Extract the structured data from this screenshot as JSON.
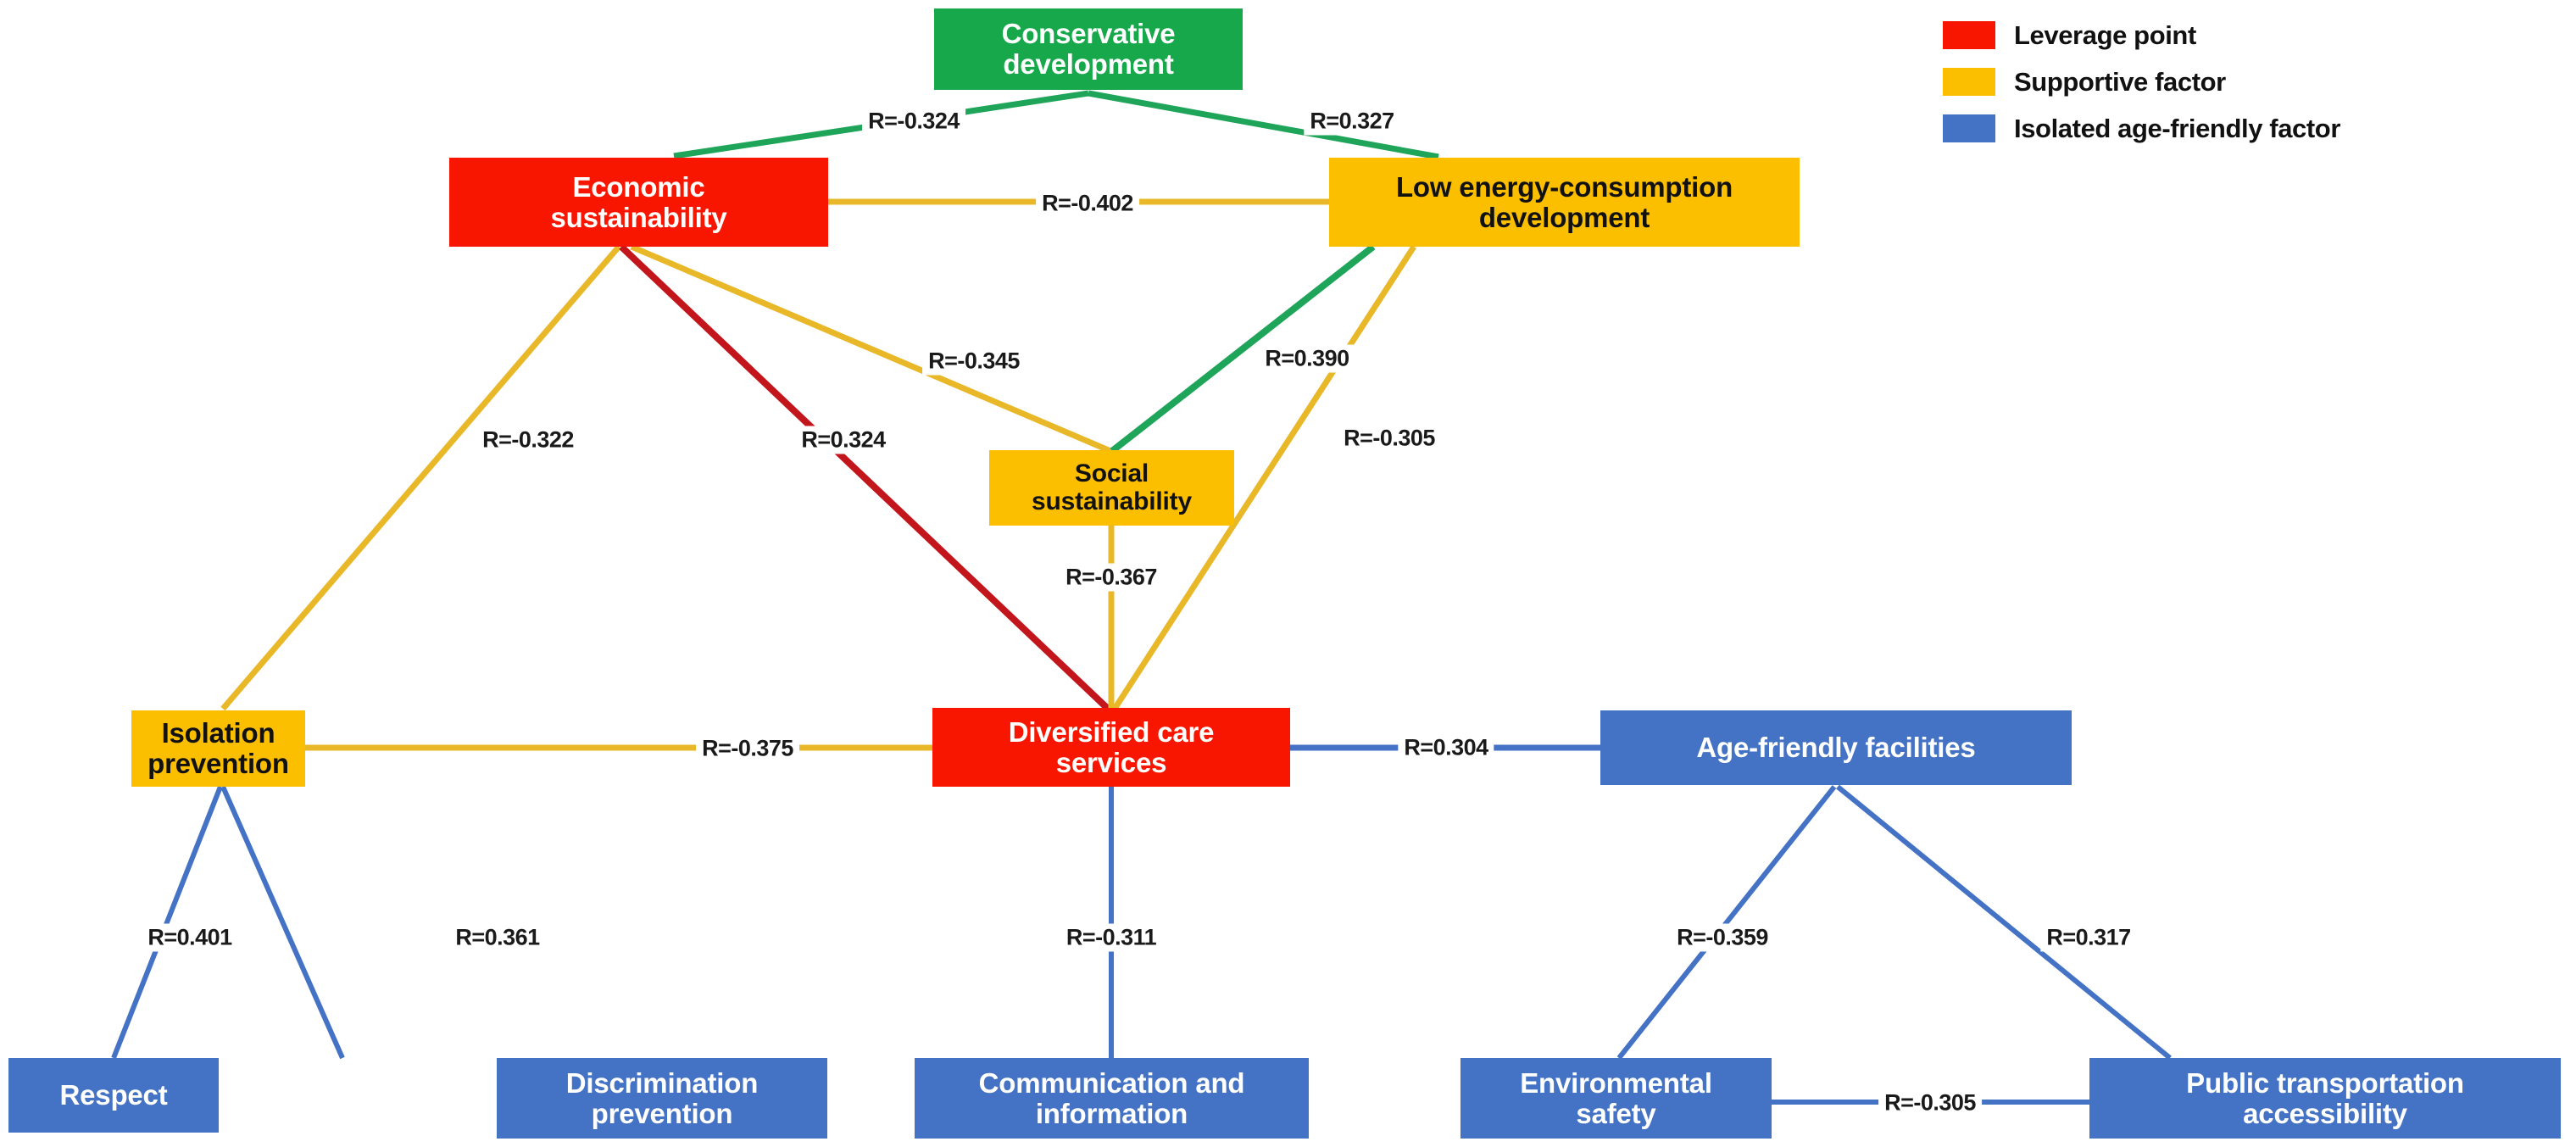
{
  "diagram": {
    "title": "Network of age-friendly factors with correlation coefficients",
    "background": "#ffffff",
    "colors": {
      "leverage_point": "#F81600",
      "supportive_factor": "#FBBF00",
      "isolated_age_friendly_factor": "#4472C4",
      "conservative_development": "#16A84B",
      "edge_green": "#1FA559",
      "edge_amber": "#E8B828",
      "edge_red": "#C3161C",
      "edge_blue": "#4472C4"
    }
  },
  "legend": {
    "items": [
      {
        "label": "Leverage point",
        "color": "#F81600",
        "swatch": "red-swatch"
      },
      {
        "label": "Supportive factor",
        "color": "#FBBF00",
        "swatch": "amber-swatch"
      },
      {
        "label": "Isolated age-friendly factor",
        "color": "#4472C4",
        "swatch": "blue-swatch"
      }
    ]
  },
  "nodes": [
    {
      "id": "conservative_development",
      "label": "Conservative\ndevelopment",
      "category": "conservative-development",
      "color": "#16A84B",
      "font_size": 33
    },
    {
      "id": "economic_sustainability",
      "label": "Economic\nsustainability",
      "category": "leverage-point",
      "color": "#F81600",
      "font_size": 33
    },
    {
      "id": "low_energy_consumption",
      "label": "Low energy-consumption\ndevelopment",
      "category": "supportive-factor",
      "color": "#FBBF00",
      "font_size": 33
    },
    {
      "id": "social_sustainability",
      "label": "Social\nsustainability",
      "category": "supportive-factor",
      "color": "#FBBF00",
      "font_size": 30
    },
    {
      "id": "isolation_prevention",
      "label": "Isolation prevention",
      "category": "supportive-factor",
      "color": "#FBBF00",
      "font_size": 33
    },
    {
      "id": "diversified_care_services",
      "label": "Diversified care\nservices",
      "category": "leverage-point",
      "color": "#F81600",
      "font_size": 33
    },
    {
      "id": "age_friendly_facilities",
      "label": "Age-friendly facilities",
      "category": "isolated-age-friendly",
      "color": "#4472C4",
      "font_size": 33
    },
    {
      "id": "respect",
      "label": "Respect",
      "category": "isolated-age-friendly",
      "color": "#4472C4",
      "font_size": 33
    },
    {
      "id": "discrimination_prevention",
      "label": "Discrimination\nprevention",
      "category": "isolated-age-friendly",
      "color": "#4472C4",
      "font_size": 33
    },
    {
      "id": "communication_information",
      "label": "Communication and\ninformation",
      "category": "isolated-age-friendly",
      "color": "#4472C4",
      "font_size": 33
    },
    {
      "id": "environmental_safety",
      "label": "Environmental\nsafety",
      "category": "isolated-age-friendly",
      "color": "#4472C4",
      "font_size": 33
    },
    {
      "id": "public_transportation",
      "label": "Public transportation\naccessibility",
      "category": "isolated-age-friendly",
      "color": "#4472C4",
      "font_size": 33
    }
  ],
  "edges": [
    {
      "source": "conservative_development",
      "target": "economic_sustainability",
      "label": "R=-0.324",
      "value": -0.324,
      "color": "#1FA559"
    },
    {
      "source": "conservative_development",
      "target": "low_energy_consumption",
      "label": "R=0.327",
      "value": 0.327,
      "color": "#1FA559"
    },
    {
      "source": "economic_sustainability",
      "target": "low_energy_consumption",
      "label": "R=-0.402",
      "value": -0.402,
      "color": "#E8B828"
    },
    {
      "source": "economic_sustainability",
      "target": "isolation_prevention",
      "label": "R=-0.322",
      "value": -0.322,
      "color": "#E8B828"
    },
    {
      "source": "economic_sustainability",
      "target": "diversified_care_services",
      "label": "R=0.324",
      "value": 0.324,
      "color": "#C3161C"
    },
    {
      "source": "economic_sustainability",
      "target": "social_sustainability",
      "label": "R=-0.345",
      "value": -0.345,
      "color": "#E8B828"
    },
    {
      "source": "low_energy_consumption",
      "target": "social_sustainability",
      "label": "R=0.390",
      "value": 0.39,
      "color": "#1FA559"
    },
    {
      "source": "low_energy_consumption",
      "target": "diversified_care_services",
      "label": "R=-0.305",
      "value": -0.305,
      "color": "#E8B828"
    },
    {
      "source": "social_sustainability",
      "target": "diversified_care_services",
      "label": "R=-0.367",
      "value": -0.367,
      "color": "#E8B828"
    },
    {
      "source": "isolation_prevention",
      "target": "diversified_care_services",
      "label": "R=-0.375",
      "value": -0.375,
      "color": "#E8B828"
    },
    {
      "source": "diversified_care_services",
      "target": "age_friendly_facilities",
      "label": "R=0.304",
      "value": 0.304,
      "color": "#4472C4"
    },
    {
      "source": "isolation_prevention",
      "target": "respect",
      "label": "R=0.401",
      "value": 0.401,
      "color": "#4472C4"
    },
    {
      "source": "isolation_prevention",
      "target": "discrimination_prevention",
      "label": "R=0.361",
      "value": 0.361,
      "color": "#4472C4"
    },
    {
      "source": "diversified_care_services",
      "target": "communication_information",
      "label": "R=-0.311",
      "value": -0.311,
      "color": "#4472C4"
    },
    {
      "source": "age_friendly_facilities",
      "target": "environmental_safety",
      "label": "R=-0.359",
      "value": -0.359,
      "color": "#4472C4"
    },
    {
      "source": "age_friendly_facilities",
      "target": "public_transportation",
      "label": "R=0.317",
      "value": 0.317,
      "color": "#4472C4"
    },
    {
      "source": "environmental_safety",
      "target": "public_transportation",
      "label": "R=-0.305",
      "value": -0.305,
      "color": "#4472C4"
    }
  ]
}
